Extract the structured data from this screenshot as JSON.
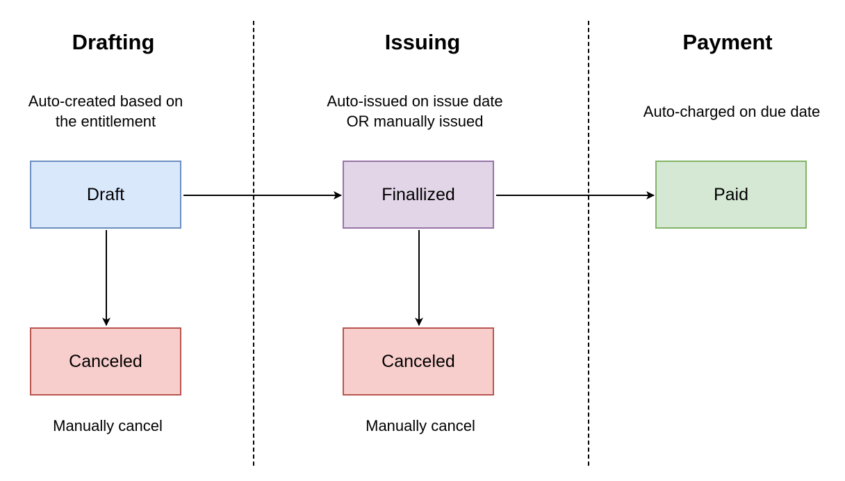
{
  "phases": [
    {
      "heading": "Drafting",
      "note": "Auto-created based on\nthe entitlement",
      "footer": "Manually cancel"
    },
    {
      "heading": "Issuing",
      "note": "Auto-issued on issue date\nOR manually issued",
      "footer": "Manually cancel"
    },
    {
      "heading": "Payment",
      "note": "Auto-charged on due date"
    }
  ],
  "states": {
    "draft": {
      "label": "Draft",
      "fill": "#dae8fc",
      "stroke": "#6c8ebf"
    },
    "finalized": {
      "label": "Finallized",
      "fill": "#e1d5e7",
      "stroke": "#9673a6"
    },
    "paid": {
      "label": "Paid",
      "fill": "#d5e8d4",
      "stroke": "#82b366"
    },
    "canceled_drafting": {
      "label": "Canceled",
      "fill": "#f8cecc",
      "stroke": "#b85450"
    },
    "canceled_issuing": {
      "label": "Canceled",
      "fill": "#f8cecc",
      "stroke": "#b85450"
    }
  },
  "transitions": [
    {
      "from": "draft",
      "to": "finalized"
    },
    {
      "from": "finalized",
      "to": "paid"
    },
    {
      "from": "draft",
      "to": "canceled_drafting"
    },
    {
      "from": "finalized",
      "to": "canceled_issuing"
    }
  ]
}
